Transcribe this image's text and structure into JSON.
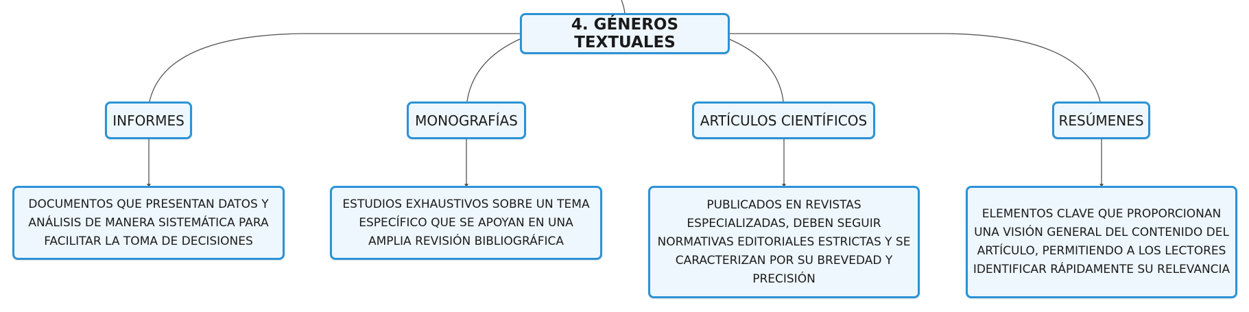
{
  "root": {
    "label": "4. GÉNEROS TEXTUALES"
  },
  "branches": [
    {
      "label": "INFORMES",
      "description": "DOCUMENTOS QUE PRESENTAN DATOS Y ANÁLISIS DE MANERA SISTEMÁTICA PARA FACILITAR LA TOMA DE DECISIONES"
    },
    {
      "label": "MONOGRAFÍAS",
      "description": "ESTUDIOS EXHAUSTIVOS SOBRE UN TEMA ESPECÍFICO QUE SE APOYAN EN UNA AMPLIA REVISIÓN BIBLIOGRÁFICA"
    },
    {
      "label": "ARTÍCULOS CIENTÍFICOS",
      "description": "PUBLICADOS EN REVISTAS ESPECIALIZADAS, DEBEN SEGUIR NORMATIVAS EDITORIALES ESTRICTAS Y SE CARACTERIZAN POR SU BREVEDAD Y PRECISIÓN"
    },
    {
      "label": "RESÚMENES",
      "description": "ELEMENTOS CLAVE QUE PROPORCIONAN UNA VISIÓN GENERAL DEL CONTENIDO DEL ARTÍCULO, PERMITIENDO A LOS LECTORES IDENTIFICAR RÁPIDAMENTE SU RELEVANCIA"
    }
  ],
  "colors": {
    "border": "#2b92d6",
    "fill": "#eef7fd",
    "line": "#555555"
  }
}
